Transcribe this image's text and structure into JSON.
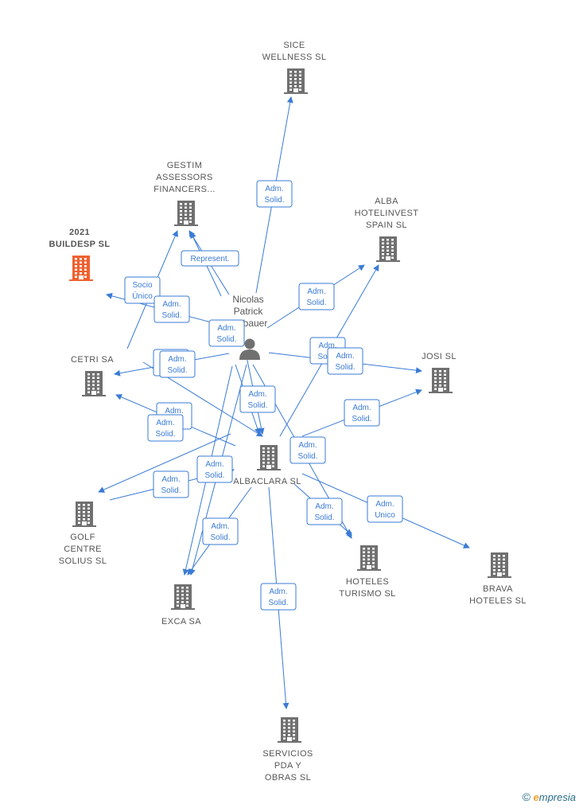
{
  "colors": {
    "edge": "#3a7bd5",
    "building": "#707070",
    "highlight": "#f06030",
    "person": "#707070"
  },
  "person": {
    "name_lines": [
      "Nicolas",
      "Patrick",
      "Stubauer"
    ],
    "icon": "person-icon"
  },
  "companies": [
    {
      "id": "sice",
      "lines": [
        "SICE",
        "WELLNESS  SL"
      ],
      "highlight": false
    },
    {
      "id": "gestim",
      "lines": [
        "GESTIM",
        "ASSESSORS",
        "FINANCERS..."
      ],
      "highlight": false
    },
    {
      "id": "alba",
      "lines": [
        "ALBA",
        "HOTELINVEST",
        "SPAIN  SL"
      ],
      "highlight": false
    },
    {
      "id": "buildesp",
      "lines": [
        "2021",
        "BUILDESP  SL"
      ],
      "highlight": true
    },
    {
      "id": "cetri",
      "lines": [
        "CETRI SA"
      ],
      "highlight": false
    },
    {
      "id": "josi",
      "lines": [
        "JOSI SL"
      ],
      "highlight": false
    },
    {
      "id": "albaclara",
      "lines": [
        "ALBACLARA SL"
      ],
      "highlight": false
    },
    {
      "id": "golf",
      "lines": [
        "GOLF",
        "CENTRE",
        "SOLIUS  SL"
      ],
      "highlight": false
    },
    {
      "id": "hoteles",
      "lines": [
        "HOTELES",
        "TURISMO  SL"
      ],
      "highlight": false
    },
    {
      "id": "brava",
      "lines": [
        "BRAVA",
        "HOTELES  SL"
      ],
      "highlight": false
    },
    {
      "id": "exca",
      "lines": [
        "EXCA SA"
      ],
      "highlight": false
    },
    {
      "id": "servicios",
      "lines": [
        "SERVICIOS",
        "PDA Y",
        "OBRAS  SL"
      ],
      "highlight": false
    }
  ],
  "edge_labels": [
    {
      "id": "e1",
      "lines": [
        "Adm.",
        "Solid."
      ]
    },
    {
      "id": "e2",
      "lines": [
        "Represent."
      ]
    },
    {
      "id": "e3",
      "lines": [
        "Socio",
        "Único"
      ]
    },
    {
      "id": "e4",
      "lines": [
        "Adm.",
        "Solid."
      ]
    },
    {
      "id": "e5",
      "lines": [
        "Adm.",
        "Solid."
      ]
    },
    {
      "id": "e6",
      "lines": [
        "Adm.",
        "Solid."
      ]
    },
    {
      "id": "e7",
      "lines": [
        "Adm.",
        "Solid."
      ]
    },
    {
      "id": "e8",
      "lines": [
        "Adm.",
        "Solid."
      ]
    },
    {
      "id": "e9",
      "lines": [
        "Adm.",
        "Solid."
      ]
    },
    {
      "id": "e10",
      "lines": [
        "Adm.",
        "Solid."
      ]
    },
    {
      "id": "e11",
      "lines": [
        "Adm.",
        "Solid."
      ]
    },
    {
      "id": "e12",
      "lines": [
        "Adm.",
        "Solid."
      ]
    },
    {
      "id": "e13",
      "lines": [
        "Adm.",
        "Solid."
      ]
    },
    {
      "id": "e14",
      "lines": [
        "Adm.",
        "Solid."
      ]
    },
    {
      "id": "e15",
      "lines": [
        "Adm.",
        "Solid."
      ]
    },
    {
      "id": "e16",
      "lines": [
        "Adm.",
        "Solid."
      ]
    },
    {
      "id": "e17",
      "lines": [
        "Adm.",
        "Solid."
      ]
    },
    {
      "id": "e18",
      "lines": [
        "Adm.",
        "Solid."
      ]
    },
    {
      "id": "e19",
      "lines": [
        "Adm.",
        "Solid."
      ]
    },
    {
      "id": "e20",
      "lines": [
        "Adm.",
        "Unico"
      ]
    },
    {
      "id": "e21",
      "lines": [
        "Adm.",
        "Solid."
      ]
    }
  ],
  "footer": {
    "copyright": "©",
    "brand_initial": "e",
    "brand_rest": "mpresia"
  }
}
